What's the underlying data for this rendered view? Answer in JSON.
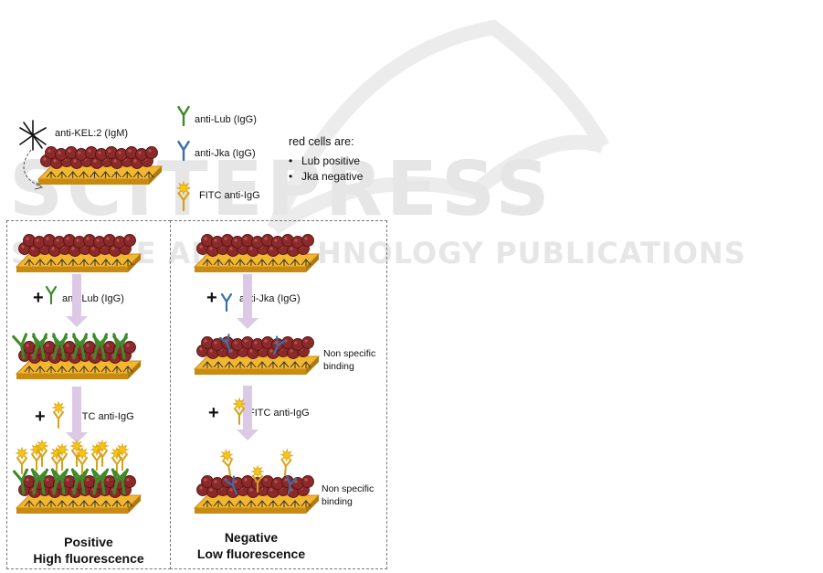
{
  "watermark": {
    "brand": "SCITEPRESS",
    "tagline": "SCIENCE AND TECHNOLOGY PUBLICATIONS"
  },
  "legend": {
    "igm_label": "anti-KEL:2 (IgM)",
    "lub_label": "anti-Lub (IgG)",
    "jka_label": "anti-Jka (IgG)",
    "fitc_label": "FITC anti-IgG",
    "red_cells_title": "red cells are:",
    "red_cells_items": [
      "Lub positive",
      "Jka negative"
    ]
  },
  "positive": {
    "step1_label": "anti-Lub (IgG)",
    "step2_label": "FITC anti-IgG",
    "result_line1": "Positive",
    "result_line2": "High fluorescence"
  },
  "negative": {
    "step1_label": "anti-Jka (IgG)",
    "step2_label": "FITC anti-IgG",
    "note1": "Non specific binding",
    "note2": "Non specific binding",
    "result_line1": "Negative",
    "result_line2": "Low fluorescence"
  },
  "symbols": {
    "plus": "+"
  },
  "colors": {
    "cell": "#8b2a2a",
    "cell_dark": "#5a1414",
    "plate": "#f2b731",
    "plate_edge": "#c98a12",
    "anti_lub": "#3f8a2a",
    "anti_jka": "#3e6fa8",
    "fitc_stem": "#d7a21a",
    "fitc_star": "#f5c518",
    "arrow": "#dcc9e6"
  }
}
